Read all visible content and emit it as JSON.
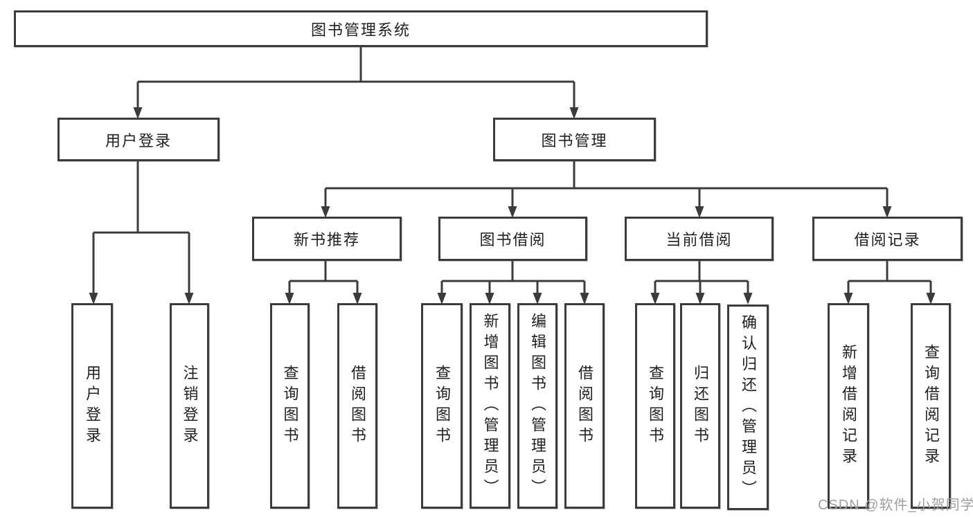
{
  "diagram": {
    "root": {
      "label": "图书管理系统"
    },
    "level2": [
      {
        "label": "用户登录"
      },
      {
        "label": "图书管理"
      }
    ],
    "level3": [
      {
        "label": "新书推荐"
      },
      {
        "label": "图书借阅"
      },
      {
        "label": "当前借阅"
      },
      {
        "label": "借阅记录"
      }
    ],
    "leaves": [
      {
        "label": "用户登录"
      },
      {
        "label": "注销登录"
      },
      {
        "label": "查询图书"
      },
      {
        "label": "借阅图书"
      },
      {
        "label": "查询图书"
      },
      {
        "label": "新增图书（管理员）"
      },
      {
        "label": "编辑图书（管理员）"
      },
      {
        "label": "借阅图书"
      },
      {
        "label": "查询图书"
      },
      {
        "label": "归还图书"
      },
      {
        "label": "确认归还（管理员）"
      },
      {
        "label": "新增借阅记录"
      },
      {
        "label": "查询借阅记录"
      }
    ]
  },
  "watermark": {
    "text": "CSDN @软件_小贺同学"
  },
  "colors": {
    "line": "#3b3b3b",
    "box_border": "#3b3b3b",
    "text": "#1f1f1f",
    "watermark": "#9e9e9e",
    "background": "#ffffff"
  }
}
